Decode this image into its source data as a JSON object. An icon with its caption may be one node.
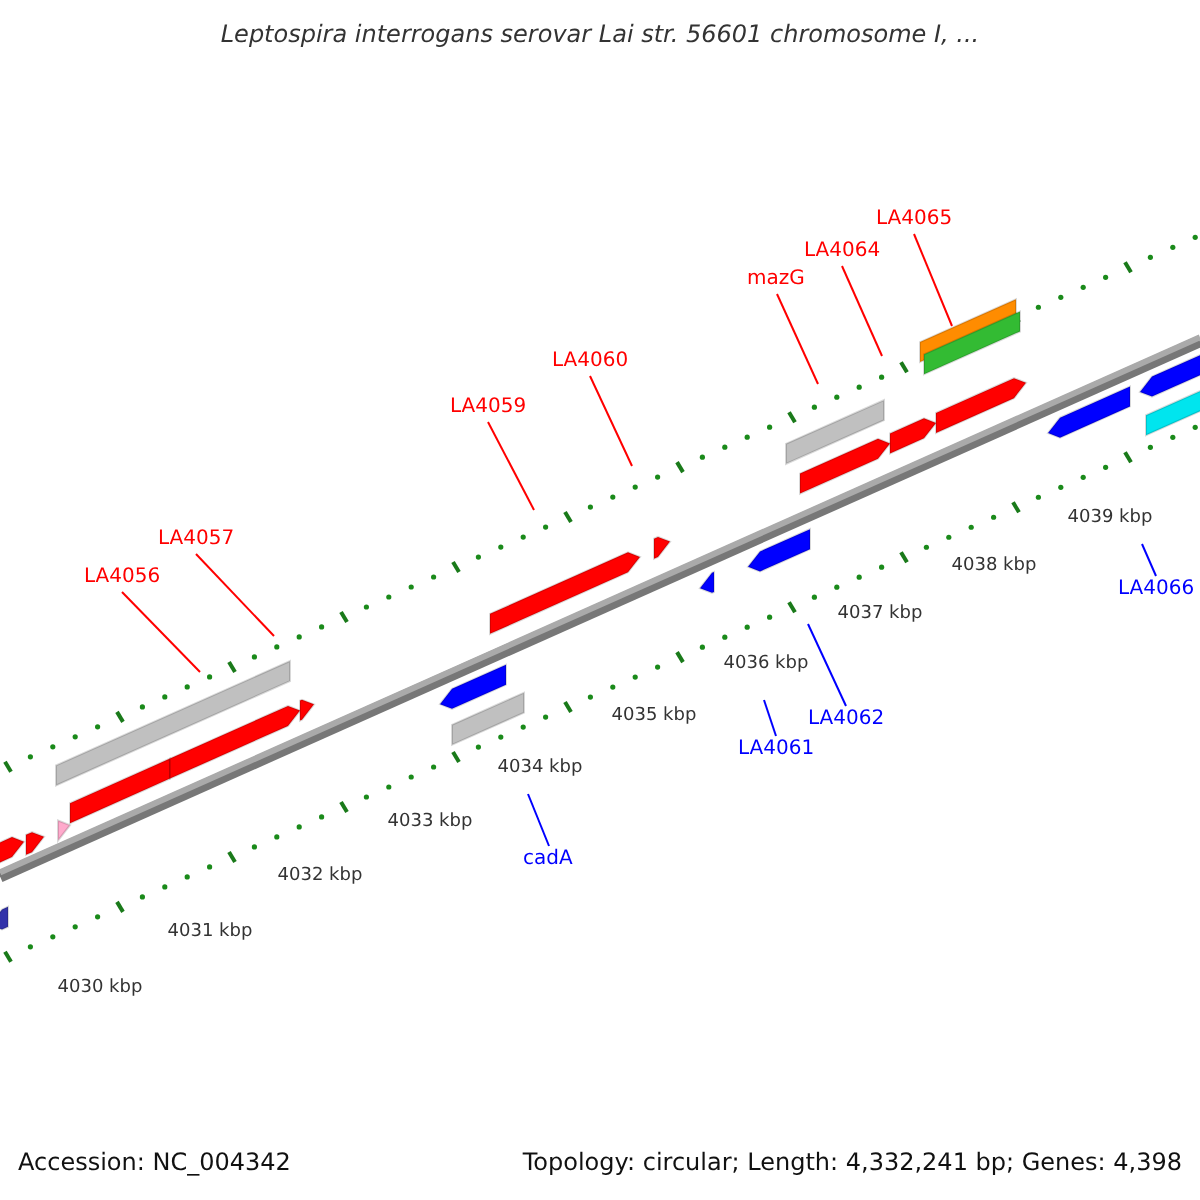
{
  "diagram": {
    "title": "Leptospira interrogans serovar Lai str. 56601 chromosome I, ...",
    "nodes": [
      {
        "text": [
          "LA4065"
        ]
      },
      {
        "text": [
          "LA4064"
        ]
      },
      {
        "text": [
          "mazG"
        ]
      },
      {
        "text": [
          "LA4060"
        ]
      },
      {
        "text": [
          "LA4059"
        ]
      },
      {
        "text": [
          "LA4057"
        ]
      },
      {
        "text": [
          "LA4056"
        ]
      },
      {
        "text": [
          "LA4066"
        ]
      },
      {
        "text": [
          "LA4062"
        ]
      },
      {
        "text": [
          "LA4061"
        ]
      },
      {
        "text": [
          "cadA"
        ]
      }
    ],
    "edges": [
      {
        "from": 0,
        "to": null,
        "arrow": "none"
      },
      {
        "from": 1,
        "to": null,
        "arrow": "none"
      },
      {
        "from": 2,
        "to": null,
        "arrow": "none"
      },
      {
        "from": 3,
        "to": null,
        "arrow": "none"
      },
      {
        "from": 4,
        "to": null,
        "arrow": "none"
      },
      {
        "from": 5,
        "to": null,
        "arrow": "none"
      },
      {
        "from": 6,
        "to": null,
        "arrow": "none"
      },
      {
        "from": 7,
        "to": null,
        "arrow": "none",
        "color": "#0000ff"
      },
      {
        "from": 8,
        "to": null,
        "arrow": "none",
        "color": "#0000ff"
      },
      {
        "from": 9,
        "to": null,
        "arrow": "none",
        "color": "#0000ff"
      },
      {
        "from": 10,
        "to": null,
        "arrow": "none",
        "color": "#0000ff"
      }
    ],
    "labels": [
      "4039 kbp",
      "4038 kbp",
      "4037 kbp",
      "4036 kbp",
      "4035 kbp",
      "4034 kbp",
      "4033 kbp",
      "4032 kbp",
      "4031 kbp",
      "4030 kbp",
      "Accession: NC_004342",
      "Topology: circular; Length: 4,332,241 bp; Genes: 4,398"
    ]
  }
}
